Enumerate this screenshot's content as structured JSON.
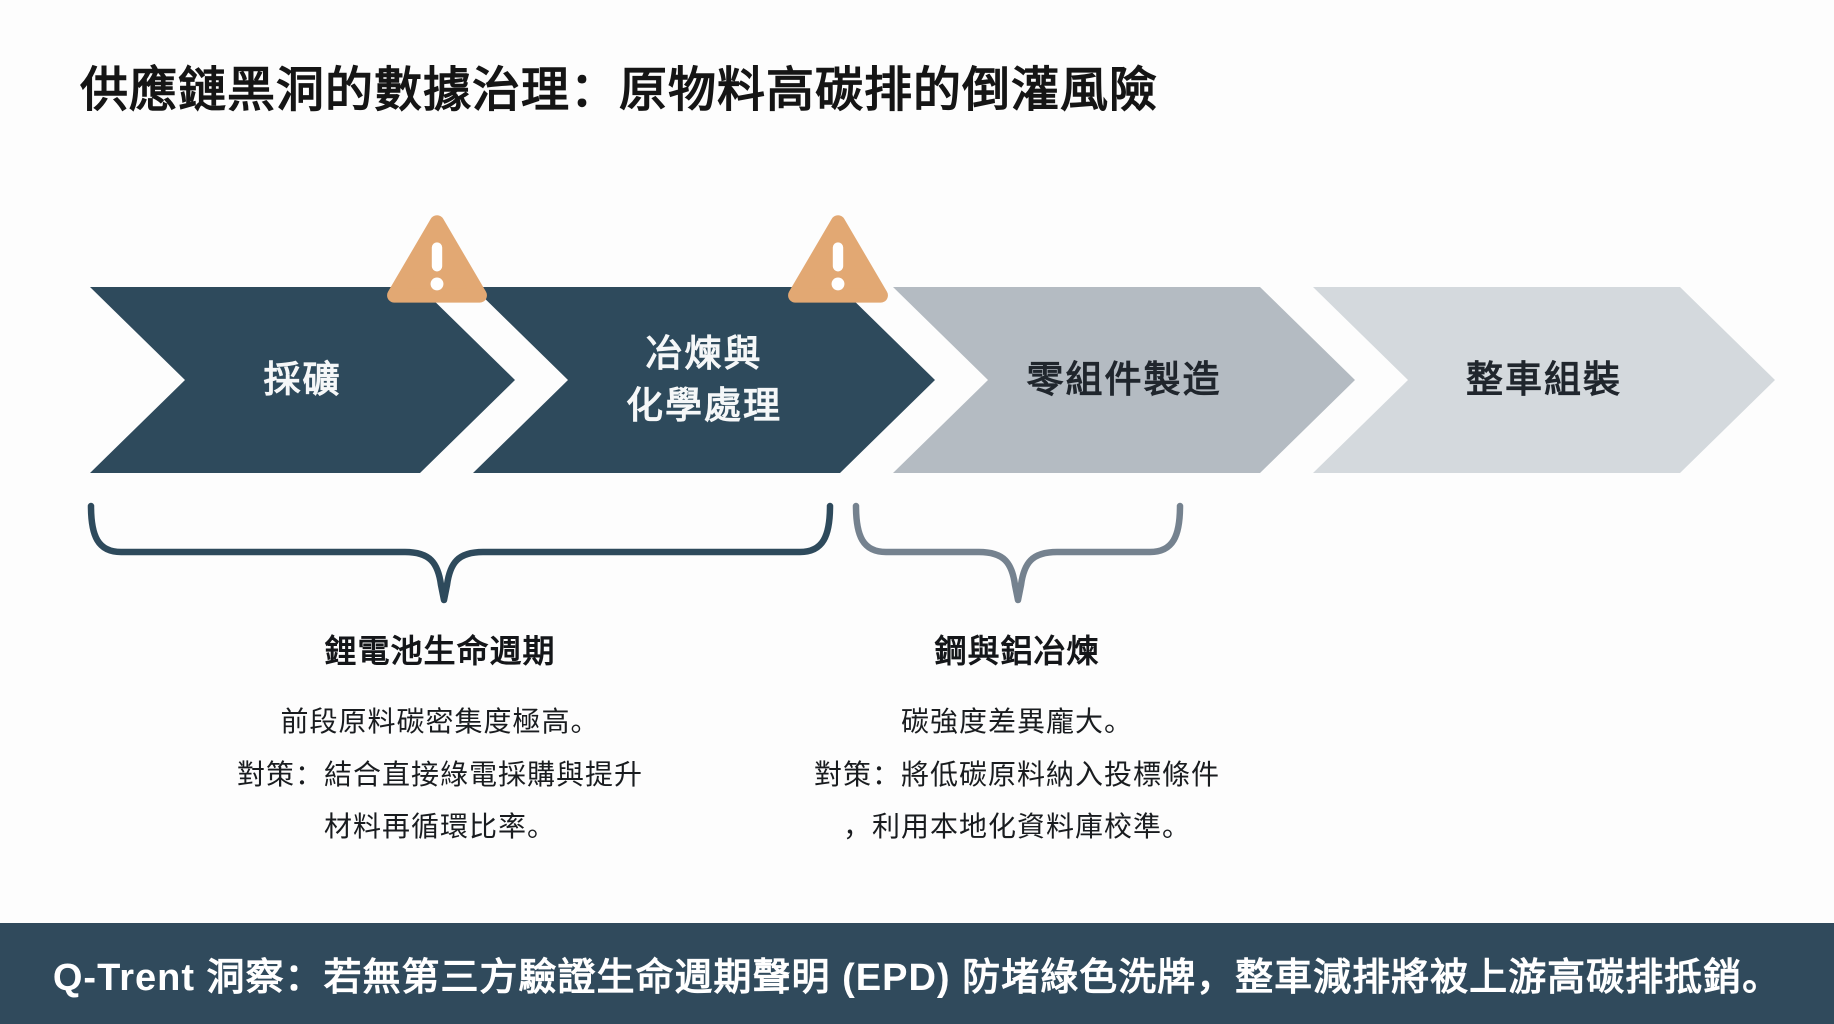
{
  "title": "供應鏈黑洞的數據治理：原物料高碳排的倒灌風險",
  "flow": {
    "stages": [
      {
        "lines": [
          "採礦"
        ],
        "warning": true,
        "color": "#2e4a5c",
        "text_color": "#f5f7f8"
      },
      {
        "lines": [
          "冶煉與",
          "化學處理"
        ],
        "warning": true,
        "color": "#2e4a5c",
        "text_color": "#f5f7f8"
      },
      {
        "lines": [
          "零組件製造"
        ],
        "warning": false,
        "color": "#b4bbc2",
        "text_color": "#20262d"
      },
      {
        "lines": [
          "整車組裝"
        ],
        "warning": false,
        "color": "#d4d9dd",
        "text_color": "#20262d"
      }
    ],
    "warning_icon": "warning-triangle-icon",
    "warning_color": "#e2a873"
  },
  "annotations": [
    {
      "heading": "鋰電池生命週期",
      "lines": [
        "前段原料碳密集度極高。",
        "對策：結合直接綠電採購與提升",
        "材料再循環比率。"
      ],
      "brace_color": "#2e4a5c"
    },
    {
      "heading": "鋼與鋁冶煉",
      "lines": [
        "碳強度差異龐大。",
        "對策：將低碳原料納入投標條件",
        "，利用本地化資料庫校準。"
      ],
      "brace_color": "#75828f"
    }
  ],
  "footer": {
    "text": "Q-Trent 洞察：若無第三方驗證生命週期聲明 (EPD) 防堵綠色洗牌，整車減排將被上游高碳排抵銷。",
    "background": "#304a5c",
    "text_color": "#ffffff"
  }
}
